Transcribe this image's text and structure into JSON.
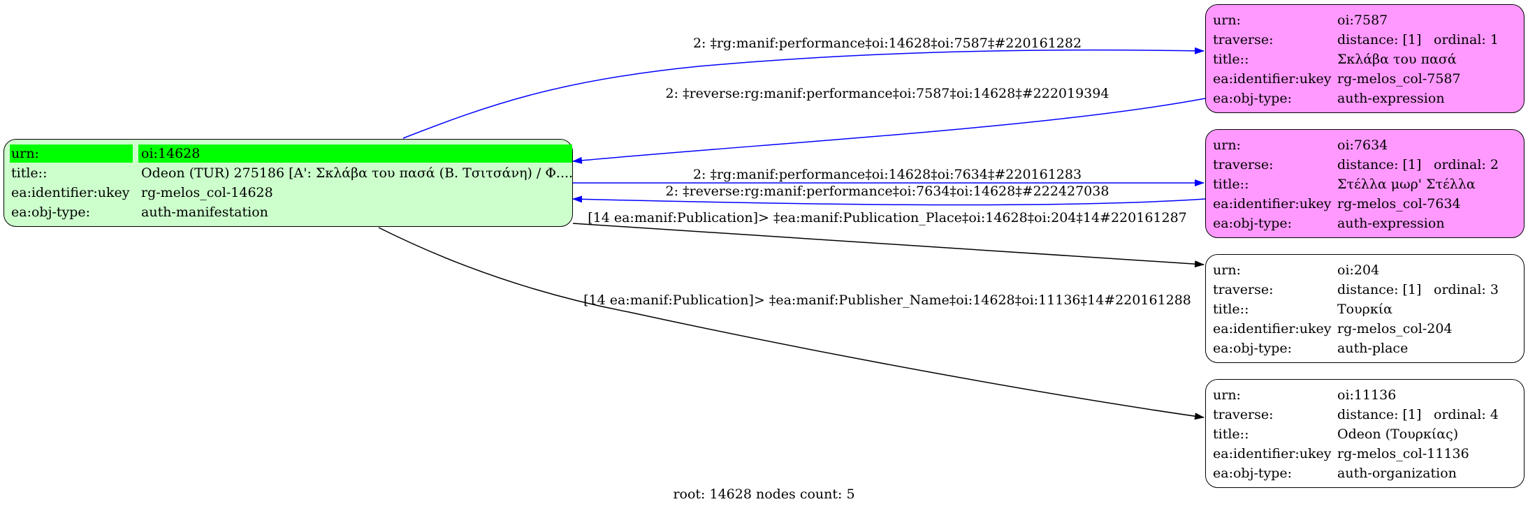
{
  "root_node": {
    "rows": [
      {
        "key": "urn:",
        "value": "oi:14628"
      },
      {
        "key": "title::",
        "value": "Odeon (TUR) 275186 [A': Σκλάβα του πασά (Β. Τσιτσάνη) / Φ...."
      },
      {
        "key": "ea:identifier:ukey",
        "value": "rg-melos_col-14628"
      },
      {
        "key": "ea:obj-type:",
        "value": "auth-manifestation"
      }
    ]
  },
  "nodes": [
    {
      "urn_key": "urn:",
      "urn": "oi:7587",
      "traverse_key": "traverse:",
      "distance": "distance: [1]",
      "ordinal": "ordinal: 1",
      "title_key": "title::",
      "title": "Σκλάβα του πασά",
      "ukey_key": "ea:identifier:ukey",
      "ukey": "rg-melos_col-7587",
      "type_key": "ea:obj-type:",
      "type": "auth-expression",
      "fill": "#ff99ff"
    },
    {
      "urn_key": "urn:",
      "urn": "oi:7634",
      "traverse_key": "traverse:",
      "distance": "distance: [1]",
      "ordinal": "ordinal: 2",
      "title_key": "title::",
      "title": "Στέλλα μωρ' Στέλλα",
      "ukey_key": "ea:identifier:ukey",
      "ukey": "rg-melos_col-7634",
      "type_key": "ea:obj-type:",
      "type": "auth-expression",
      "fill": "#ff99ff"
    },
    {
      "urn_key": "urn:",
      "urn": "oi:204",
      "traverse_key": "traverse:",
      "distance": "distance: [1]",
      "ordinal": "ordinal: 3",
      "title_key": "title::",
      "title": "Τουρκία",
      "ukey_key": "ea:identifier:ukey",
      "ukey": "rg-melos_col-204",
      "type_key": "ea:obj-type:",
      "type": "auth-place",
      "fill": "#ffffff"
    },
    {
      "urn_key": "urn:",
      "urn": "oi:11136",
      "traverse_key": "traverse:",
      "distance": "distance: [1]",
      "ordinal": "ordinal: 4",
      "title_key": "title::",
      "title": "Odeon (Τουρκίας)",
      "ukey_key": "ea:identifier:ukey",
      "ukey": "rg-melos_col-11136",
      "type_key": "ea:obj-type:",
      "type": "auth-organization",
      "fill": "#ffffff"
    }
  ],
  "edges": [
    {
      "label": "2: ‡rg:manif:performance‡oi:14628‡oi:7587‡#220161282",
      "color": "#0000ff"
    },
    {
      "label": "2: ‡reverse:rg:manif:performance‡oi:7587‡oi:14628‡#222019394",
      "color": "#0000ff"
    },
    {
      "label": "2: ‡rg:manif:performance‡oi:14628‡oi:7634‡#220161283",
      "color": "#0000ff"
    },
    {
      "label": "2: ‡reverse:rg:manif:performance‡oi:7634‡oi:14628‡#222427038",
      "color": "#0000ff"
    },
    {
      "label": "[14 ea:manif:Publication]> ‡ea:manif:Publication_Place‡oi:14628‡oi:204‡14#220161287",
      "color": "#000000"
    },
    {
      "label": "[14 ea:manif:Publication]> ‡ea:manif:Publisher_Name‡oi:14628‡oi:11136‡14#220161288",
      "color": "#000000"
    }
  ],
  "highlight_color": "#00ff00",
  "root_fill": "#ccffcc",
  "footer": "root: 14628 nodes count: 5"
}
